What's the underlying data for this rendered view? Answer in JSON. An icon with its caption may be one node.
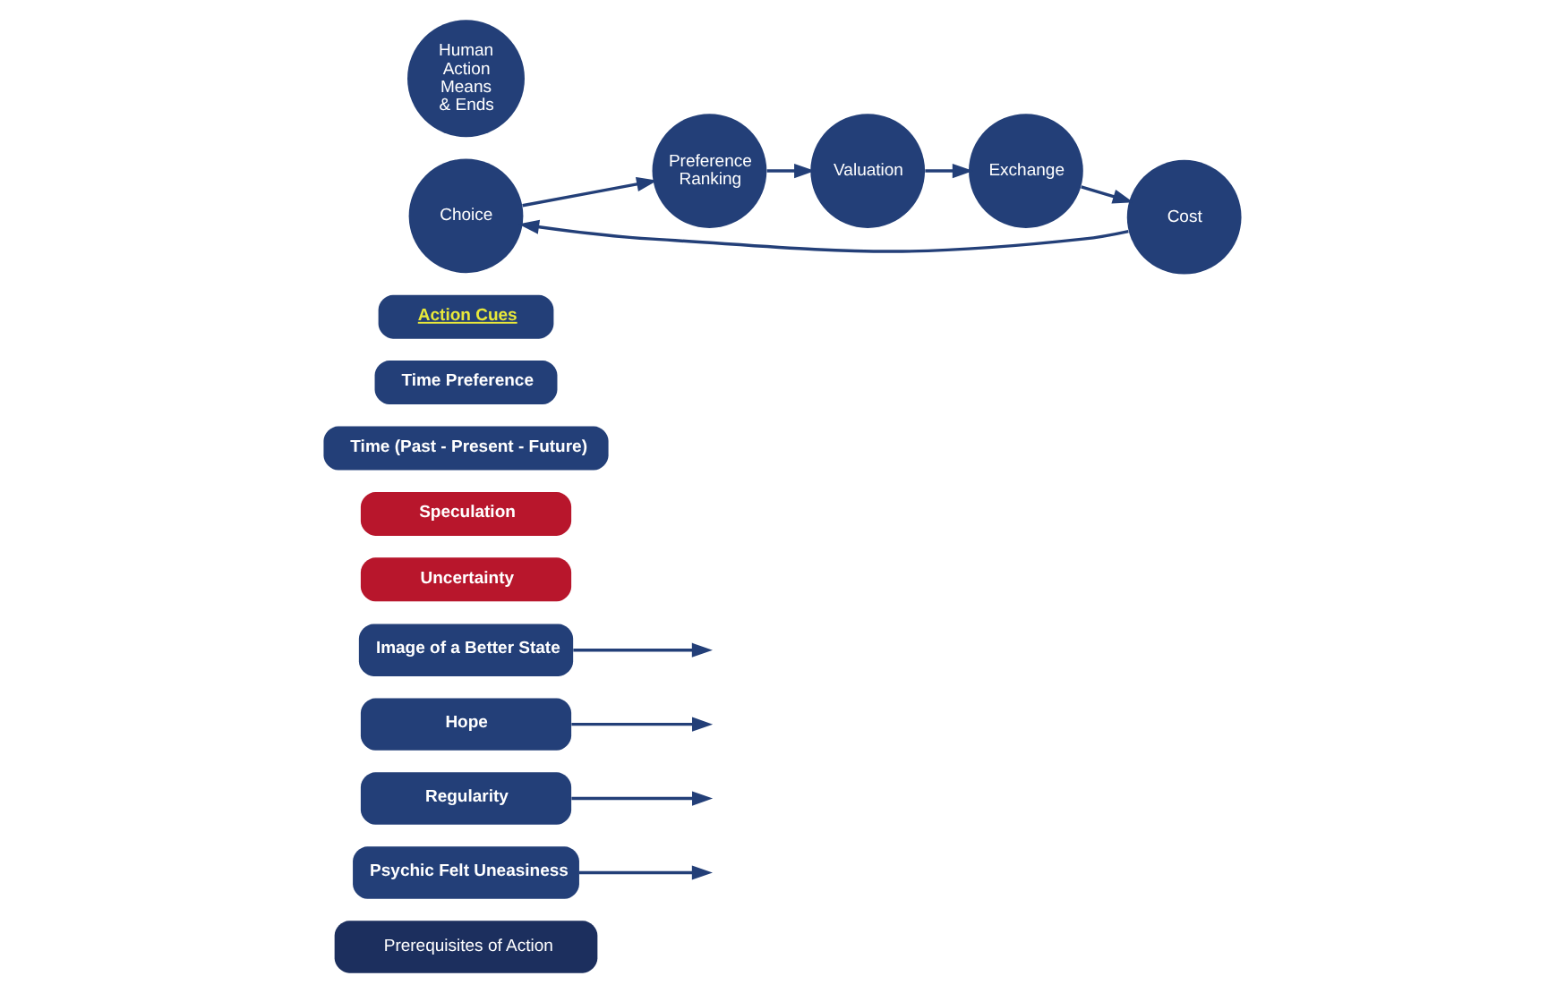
{
  "diagram": {
    "nodes": [
      {
        "text": [
          "Prerequisites of Action"
        ]
      },
      {
        "text": [
          "Psychic Felt Uneasiness"
        ]
      },
      {
        "text": [
          "Regularity"
        ]
      },
      {
        "text": [
          "Hope"
        ]
      },
      {
        "text": [
          "Image of a Better State"
        ]
      },
      {
        "text": [
          "Uncertainty"
        ]
      },
      {
        "text": [
          "Speculation"
        ]
      },
      {
        "text": [
          "Time (Past - Present - Future)"
        ]
      },
      {
        "text": [
          "Time Preference"
        ]
      },
      {
        "text": [
          "Action Cues"
        ]
      },
      {
        "text": [
          "Choice"
        ]
      },
      {
        "text": [
          "Preference Ranking"
        ]
      },
      {
        "text": [
          "Valuation"
        ]
      },
      {
        "text": [
          "Exchange"
        ]
      },
      {
        "text": [
          "Cost"
        ]
      },
      {
        "text": [
          "Human Action Means & Ends"
        ]
      }
    ],
    "edges": [
      {
        "from": 1,
        "to": null,
        "arrow": "to"
      },
      {
        "from": 2,
        "to": null,
        "arrow": "to"
      },
      {
        "from": 3,
        "to": null,
        "arrow": "to"
      },
      {
        "from": 4,
        "to": null,
        "arrow": "to"
      },
      {
        "from": 10,
        "to": 11,
        "arrow": "to"
      },
      {
        "from": 11,
        "to": 12,
        "arrow": "to"
      },
      {
        "from": 12,
        "to": 13,
        "arrow": "to"
      },
      {
        "from": 13,
        "to": 14,
        "arrow": "to"
      },
      {
        "from": 14,
        "to": 10,
        "arrow": "to"
      }
    ]
  }
}
